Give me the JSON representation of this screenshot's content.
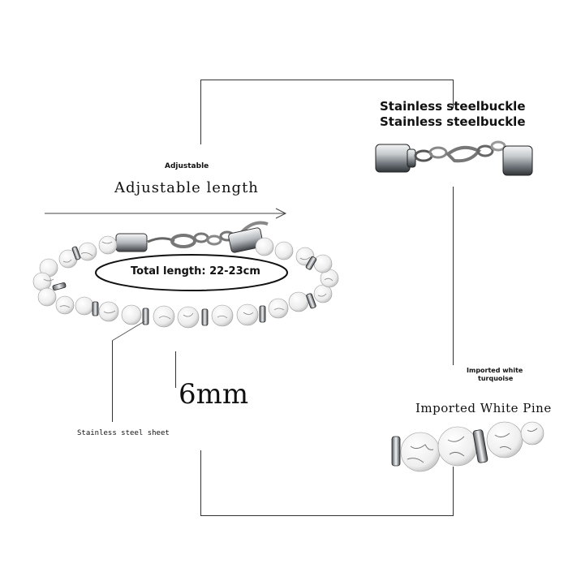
{
  "labels": {
    "buckle_title_1": "Stainless steelbuckle",
    "buckle_title_2": "Stainless steelbuckle",
    "adjustable_small": "Adjustable",
    "adjustable_large": "Adjustable length",
    "total_length": "Total length: 22-23cm",
    "bead_size": "6mm",
    "sheet_label": "Stainless steel sheet",
    "imported_small_1": "Imported white",
    "imported_small_2": "turquoise",
    "imported_large": "Imported White Pine"
  },
  "colors": {
    "bead_white": "#f1f1f1",
    "bead_vein": "#7d7d7d",
    "steel": "#b9bdc1",
    "steel_dark": "#4d5257",
    "line": "#333333"
  }
}
